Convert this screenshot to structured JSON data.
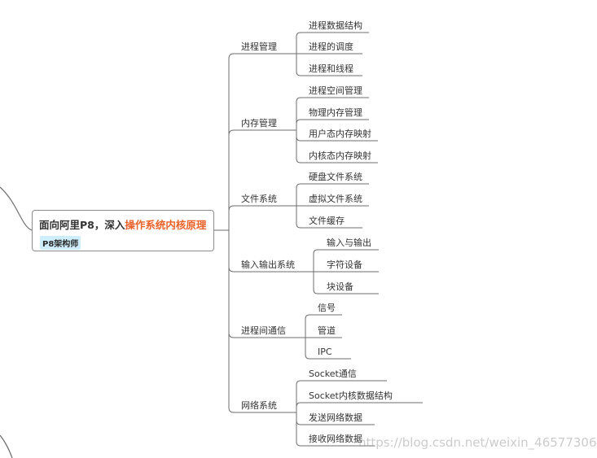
{
  "root": {
    "title_prefix": "面向阿里P8，深入",
    "title_highlight": "操作系统内核原理",
    "tag": "P8架构师"
  },
  "branches": [
    {
      "label": "进程管理",
      "children": [
        "进程数据结构",
        "进程的调度",
        "进程和线程"
      ]
    },
    {
      "label": "内存管理",
      "children": [
        "进程空间管理",
        "物理内存管理",
        "用户态内存映射",
        "内核态内存映射"
      ]
    },
    {
      "label": "文件系统",
      "children": [
        "硬盘文件系统",
        "虚拟文件系统",
        "文件缓存"
      ]
    },
    {
      "label": "输入输出系统",
      "children": [
        "输入与输出",
        "字符设备",
        "块设备"
      ]
    },
    {
      "label": "进程间通信",
      "children": [
        "信号",
        "管道",
        "IPC"
      ]
    },
    {
      "label": "网络系统",
      "children": [
        "Socket通信",
        "Socket内核数据结构",
        "发送网络数据",
        "接收网络数据"
      ]
    }
  ],
  "watermark": "https://blog.csdn.net/weixin_46577306",
  "colors": {
    "line": "#6e6e6e",
    "highlight": "#e9622a",
    "tag_bg": "#cdeefa"
  }
}
